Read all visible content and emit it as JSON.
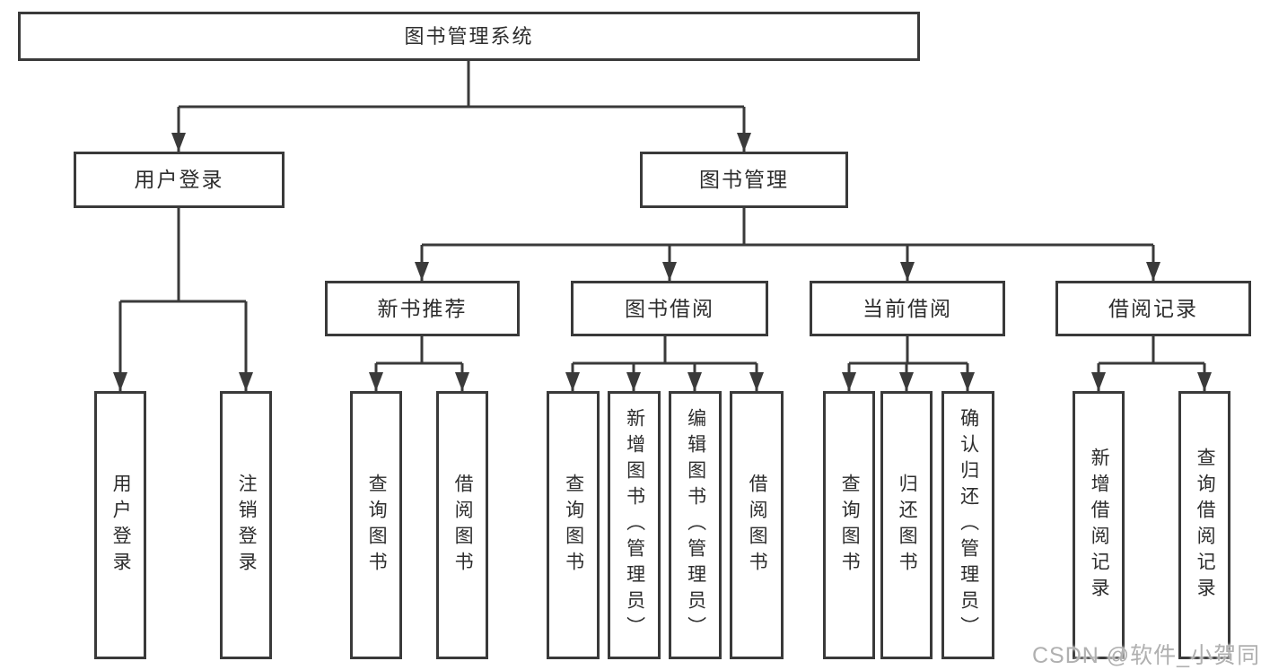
{
  "colors": {
    "background": "#ffffff",
    "line": "#3a3a3a",
    "box_border": "#3a3a3a",
    "box_background": "#ffffff",
    "text": "#2d2d2d",
    "watermark": "#b0b0b0"
  },
  "diagram": {
    "root": {
      "label": "图书管理系统"
    },
    "level2": [
      {
        "label": "用户登录",
        "parent": "图书管理系统"
      },
      {
        "label": "图书管理",
        "parent": "图书管理系统"
      }
    ],
    "level3": [
      {
        "label": "新书推荐",
        "parent": "图书管理"
      },
      {
        "label": "图书借阅",
        "parent": "图书管理"
      },
      {
        "label": "当前借阅",
        "parent": "图书管理"
      },
      {
        "label": "借阅记录",
        "parent": "图书管理"
      }
    ],
    "level4": [
      {
        "label": "用户登录",
        "parent": "用户登录"
      },
      {
        "label": "注销登录",
        "parent": "用户登录"
      },
      {
        "label": "查询图书",
        "parent": "新书推荐"
      },
      {
        "label": "借阅图书",
        "parent": "新书推荐"
      },
      {
        "label": "查询图书",
        "parent": "图书借阅"
      },
      {
        "label": "新增图书（管理员）",
        "parent": "图书借阅"
      },
      {
        "label": "编辑图书（管理员）",
        "parent": "图书借阅"
      },
      {
        "label": "借阅图书",
        "parent": "图书借阅"
      },
      {
        "label": "查询图书",
        "parent": "当前借阅"
      },
      {
        "label": "归还图书",
        "parent": "当前借阅"
      },
      {
        "label": "确认归还（管理员）",
        "parent": "当前借阅"
      },
      {
        "label": "新增借阅记录",
        "parent": "借阅记录"
      },
      {
        "label": "查询借阅记录",
        "parent": "借阅记录"
      }
    ]
  },
  "watermark": {
    "text": "CSDN @软件_小贺同学"
  }
}
